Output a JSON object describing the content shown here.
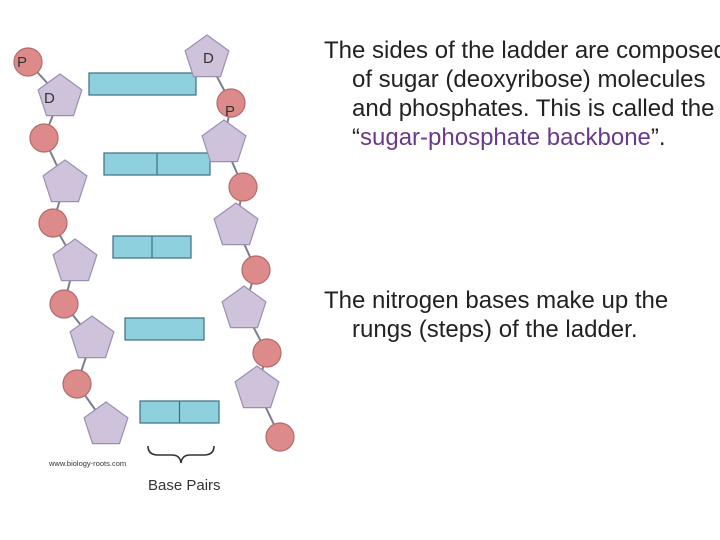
{
  "diagram": {
    "labels": {
      "p_left": "P",
      "d_left": "D",
      "d_right": "D",
      "p_right": "P"
    },
    "watermark": "www.biology-roots.com",
    "base_pairs_label": "Base Pairs",
    "colors": {
      "sugar_fill": "#cfc3db",
      "sugar_stroke": "#9a8fb0",
      "phosphate_fill": "#dc8a8a",
      "phosphate_stroke": "#b56a6a",
      "base_fill": "#8fd0de",
      "base_stroke": "#3c6f82"
    }
  },
  "text": {
    "para1_main": "The sides of the ladder are composed of sugar (deoxyribose) molecules and phosphates. This is called the “",
    "para1_highlight": "sugar-phosphate backbone",
    "para1_end": "”.",
    "para2": "The nitrogen bases make up the rungs (steps) of the ladder."
  }
}
